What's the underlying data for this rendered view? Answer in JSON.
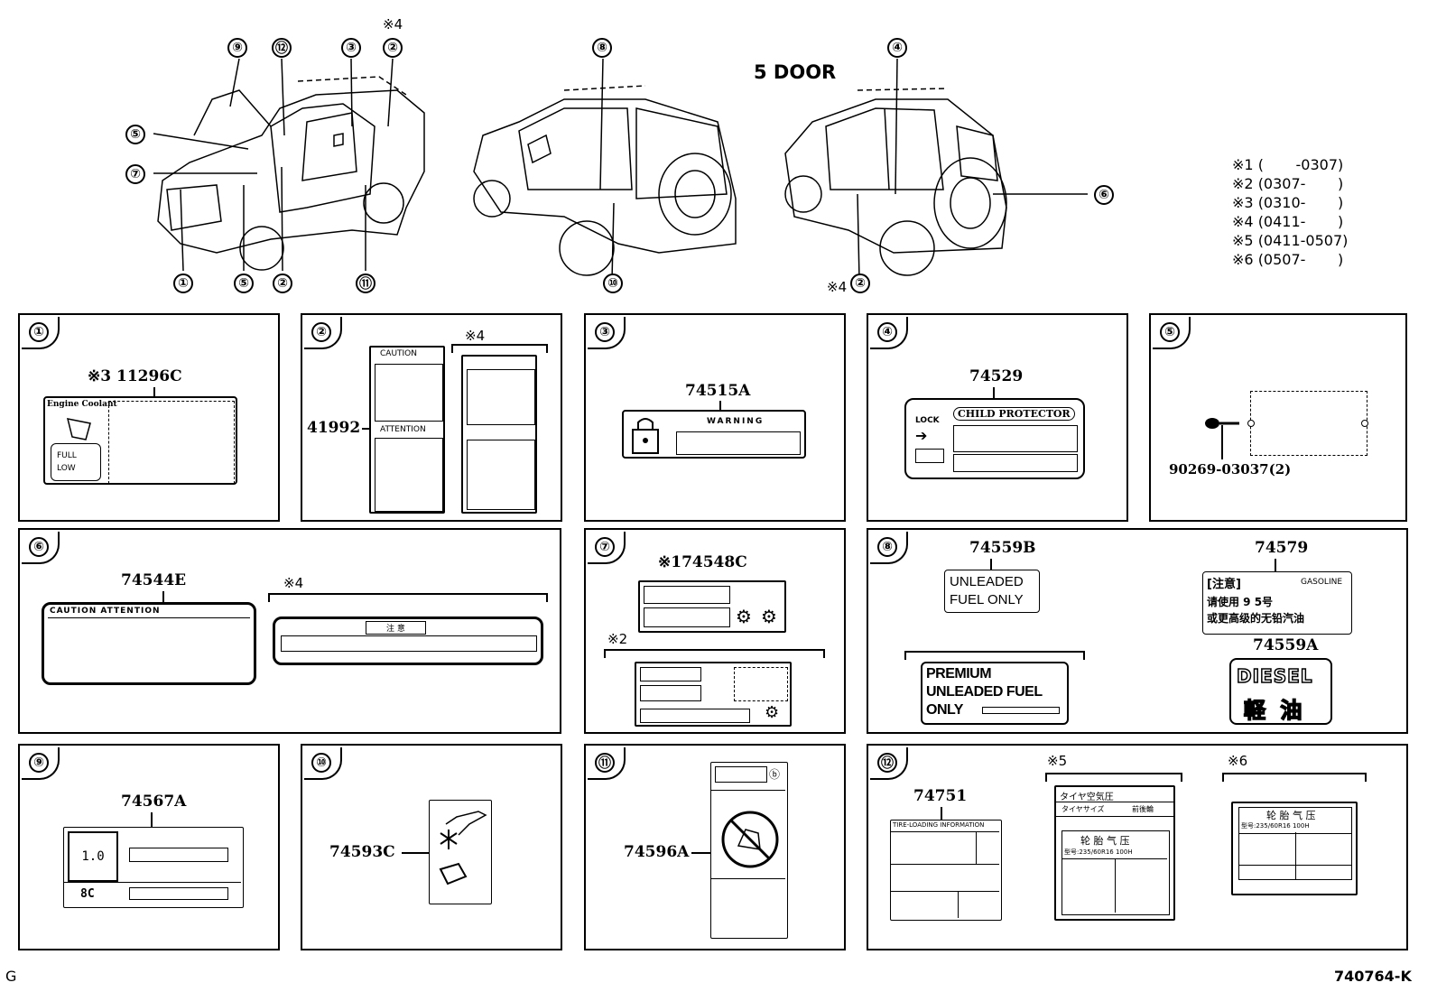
{
  "header": {
    "title": "5 DOOR",
    "footer_left": "G",
    "footer_right": "740764-K"
  },
  "legend": [
    {
      "mark": "※1",
      "range": "(       -0307)"
    },
    {
      "mark": "※2",
      "range": "(0307-       )"
    },
    {
      "mark": "※3",
      "range": "(0310-       )"
    },
    {
      "mark": "※4",
      "range": "(0411-       )"
    },
    {
      "mark": "※5",
      "range": "(0411-0507)"
    },
    {
      "mark": "※6",
      "range": "(0507-       )"
    }
  ],
  "callouts": {
    "c1": "①",
    "c2": "②",
    "c3": "③",
    "c4": "④",
    "c5": "⑤",
    "c6": "⑥",
    "c7": "⑦",
    "c8": "⑧",
    "c9": "⑨",
    "c10": "⑩",
    "c11": "⑪",
    "c12": "⑫",
    "note4": "※4"
  },
  "panels": {
    "p1": {
      "num": "①",
      "part": "※3 11296C",
      "label_text": "Engine Coolant",
      "full": "FULL",
      "low": "LOW"
    },
    "p2": {
      "num": "②",
      "part": "41992",
      "note": "※4",
      "caution": "CAUTION",
      "attention": "ATTENTION"
    },
    "p3": {
      "num": "③",
      "part": "74515A",
      "warning": "WARNING"
    },
    "p4": {
      "num": "④",
      "part": "74529",
      "title": "CHILD PROTECTOR",
      "lock": "LOCK"
    },
    "p5": {
      "num": "⑤",
      "part": "90269-03037(2)"
    },
    "p6": {
      "num": "⑥",
      "part": "74544E",
      "note": "※4",
      "header": "CAUTION   ATTENTION",
      "cn_header": "注 意"
    },
    "p7": {
      "num": "⑦",
      "part": "※174548C",
      "note": "※2"
    },
    "p8": {
      "num": "⑧",
      "part_a": "74559B",
      "part_b": "74579",
      "part_c": "74559A",
      "unleaded": [
        "UNLEADED",
        "FUEL  ONLY"
      ],
      "premium": [
        "PREMIUM",
        "UNLEADED FUEL",
        "ONLY"
      ],
      "cn_note": "[注意]",
      "gasoline": "GASOLINE",
      "cn_lines": [
        "请使用 9 5号",
        "或更高级的无铅汽油"
      ],
      "diesel": "DIESEL",
      "diesel_cn": "軽 油"
    },
    "p9": {
      "num": "⑨",
      "part": "74567A",
      "val1": "1.0",
      "val2": "8C"
    },
    "p10": {
      "num": "⑩",
      "part": "74593C"
    },
    "p11": {
      "num": "⑪",
      "part": "74596A"
    },
    "p12": {
      "num": "⑫",
      "part": "74751",
      "note5": "※5",
      "note6": "※6",
      "tire_info": "TIRE-LOADING INFORMATION",
      "jp_title": "タイヤ空気圧",
      "jp_size": "タイヤサイズ",
      "jp_front": "前後輪",
      "cn_title": "轮 胎 气 压",
      "tire_spec": "型号:235/60R16 100H"
    }
  }
}
